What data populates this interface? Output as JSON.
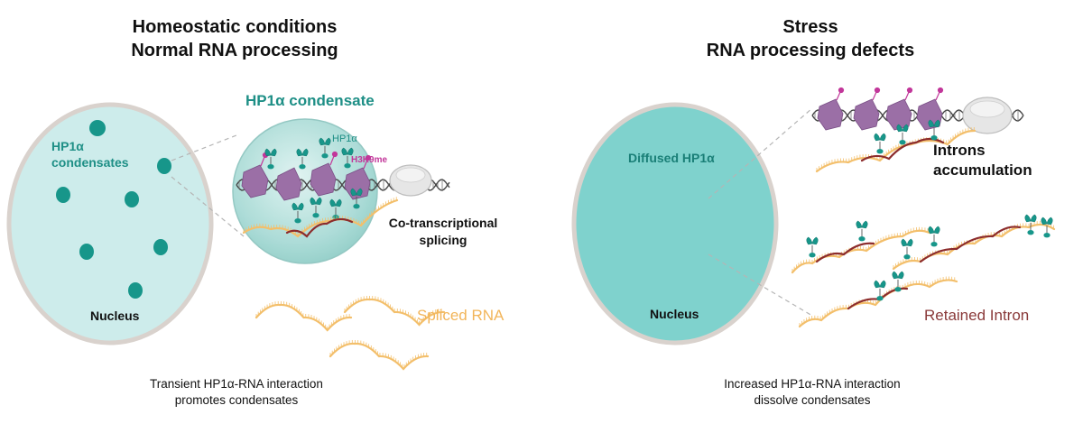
{
  "left_panel": {
    "title_line1": "Homeostatic conditions",
    "title_line2": "Normal RNA processing",
    "nucleus_label": "Nucleus",
    "hp1a_condensates_line1": "HP1α",
    "hp1a_condensates_line2": "condensates",
    "condensate_title": "HP1α condensate",
    "hp1a_label": "HP1α",
    "h3k9me_label": "H3K9me",
    "cotranscriptional_line1": "Co-transcriptional",
    "cotranscriptional_line2": "splicing",
    "spliced_rna_label": "Spliced RNA",
    "caption_line1": "Transient HP1α-RNA interaction",
    "caption_line2": "promotes condensates"
  },
  "right_panel": {
    "title_line1": "Stress",
    "title_line2": "RNA processing defects",
    "diffused_label": "Diffused HP1α",
    "nucleus_label": "Nucleus",
    "introns_line1": "Introns",
    "introns_line2": "accumulation",
    "retained_intron_label": "Retained Intron",
    "caption_line1": "Increased HP1α-RNA interaction",
    "caption_line2": "dissolve condensates"
  },
  "colors": {
    "nucleus_left_fill": "#cdeceb",
    "nucleus_right_fill": "#7fd2cd",
    "nucleus_border": "#d9d2cd",
    "condensate_fill": "#a9dbd6",
    "hp1a_dot": "#17968a",
    "histone": "#9b6fa6",
    "spliced_rna": "#f3bf6b",
    "intron_rna": "#8c2c2c",
    "polymerase": "#e4e4e4"
  }
}
